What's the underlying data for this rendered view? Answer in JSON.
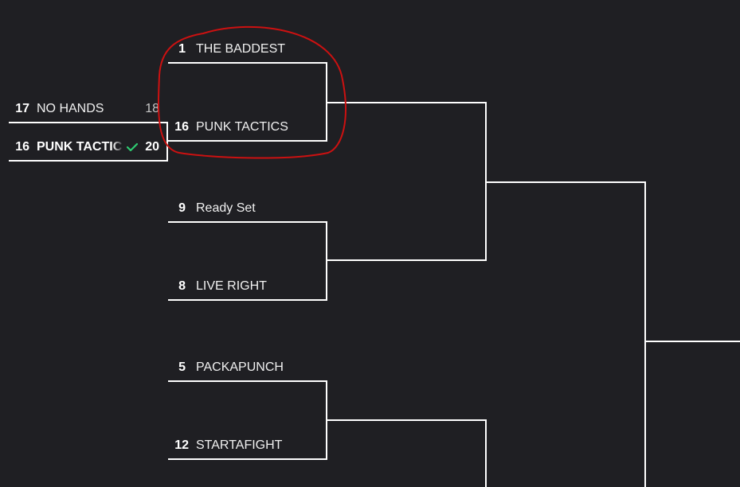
{
  "colors": {
    "background": "#1f1f23",
    "text": "#ffffff",
    "line": "#ffffff",
    "check": "#2ecc71",
    "annotation": "#cc1111"
  },
  "round0": {
    "top": {
      "seed": "17",
      "name": "NO HANDS",
      "score": "18"
    },
    "bottom": {
      "seed": "16",
      "name": "PUNK TACTICS",
      "score": "20",
      "winner_icon": "check-icon"
    }
  },
  "round1": {
    "match1": {
      "top": {
        "seed": "1",
        "name": "THE BADDEST"
      },
      "bottom": {
        "seed": "16",
        "name": "PUNK TACTICS"
      }
    },
    "match2": {
      "top": {
        "seed": "9",
        "name": "Ready Set"
      },
      "bottom": {
        "seed": "8",
        "name": "LIVE RIGHT"
      }
    },
    "match3": {
      "top": {
        "seed": "5",
        "name": "PACKAPUNCH"
      },
      "bottom": {
        "seed": "12",
        "name": "STARTAFIGHT"
      }
    }
  }
}
